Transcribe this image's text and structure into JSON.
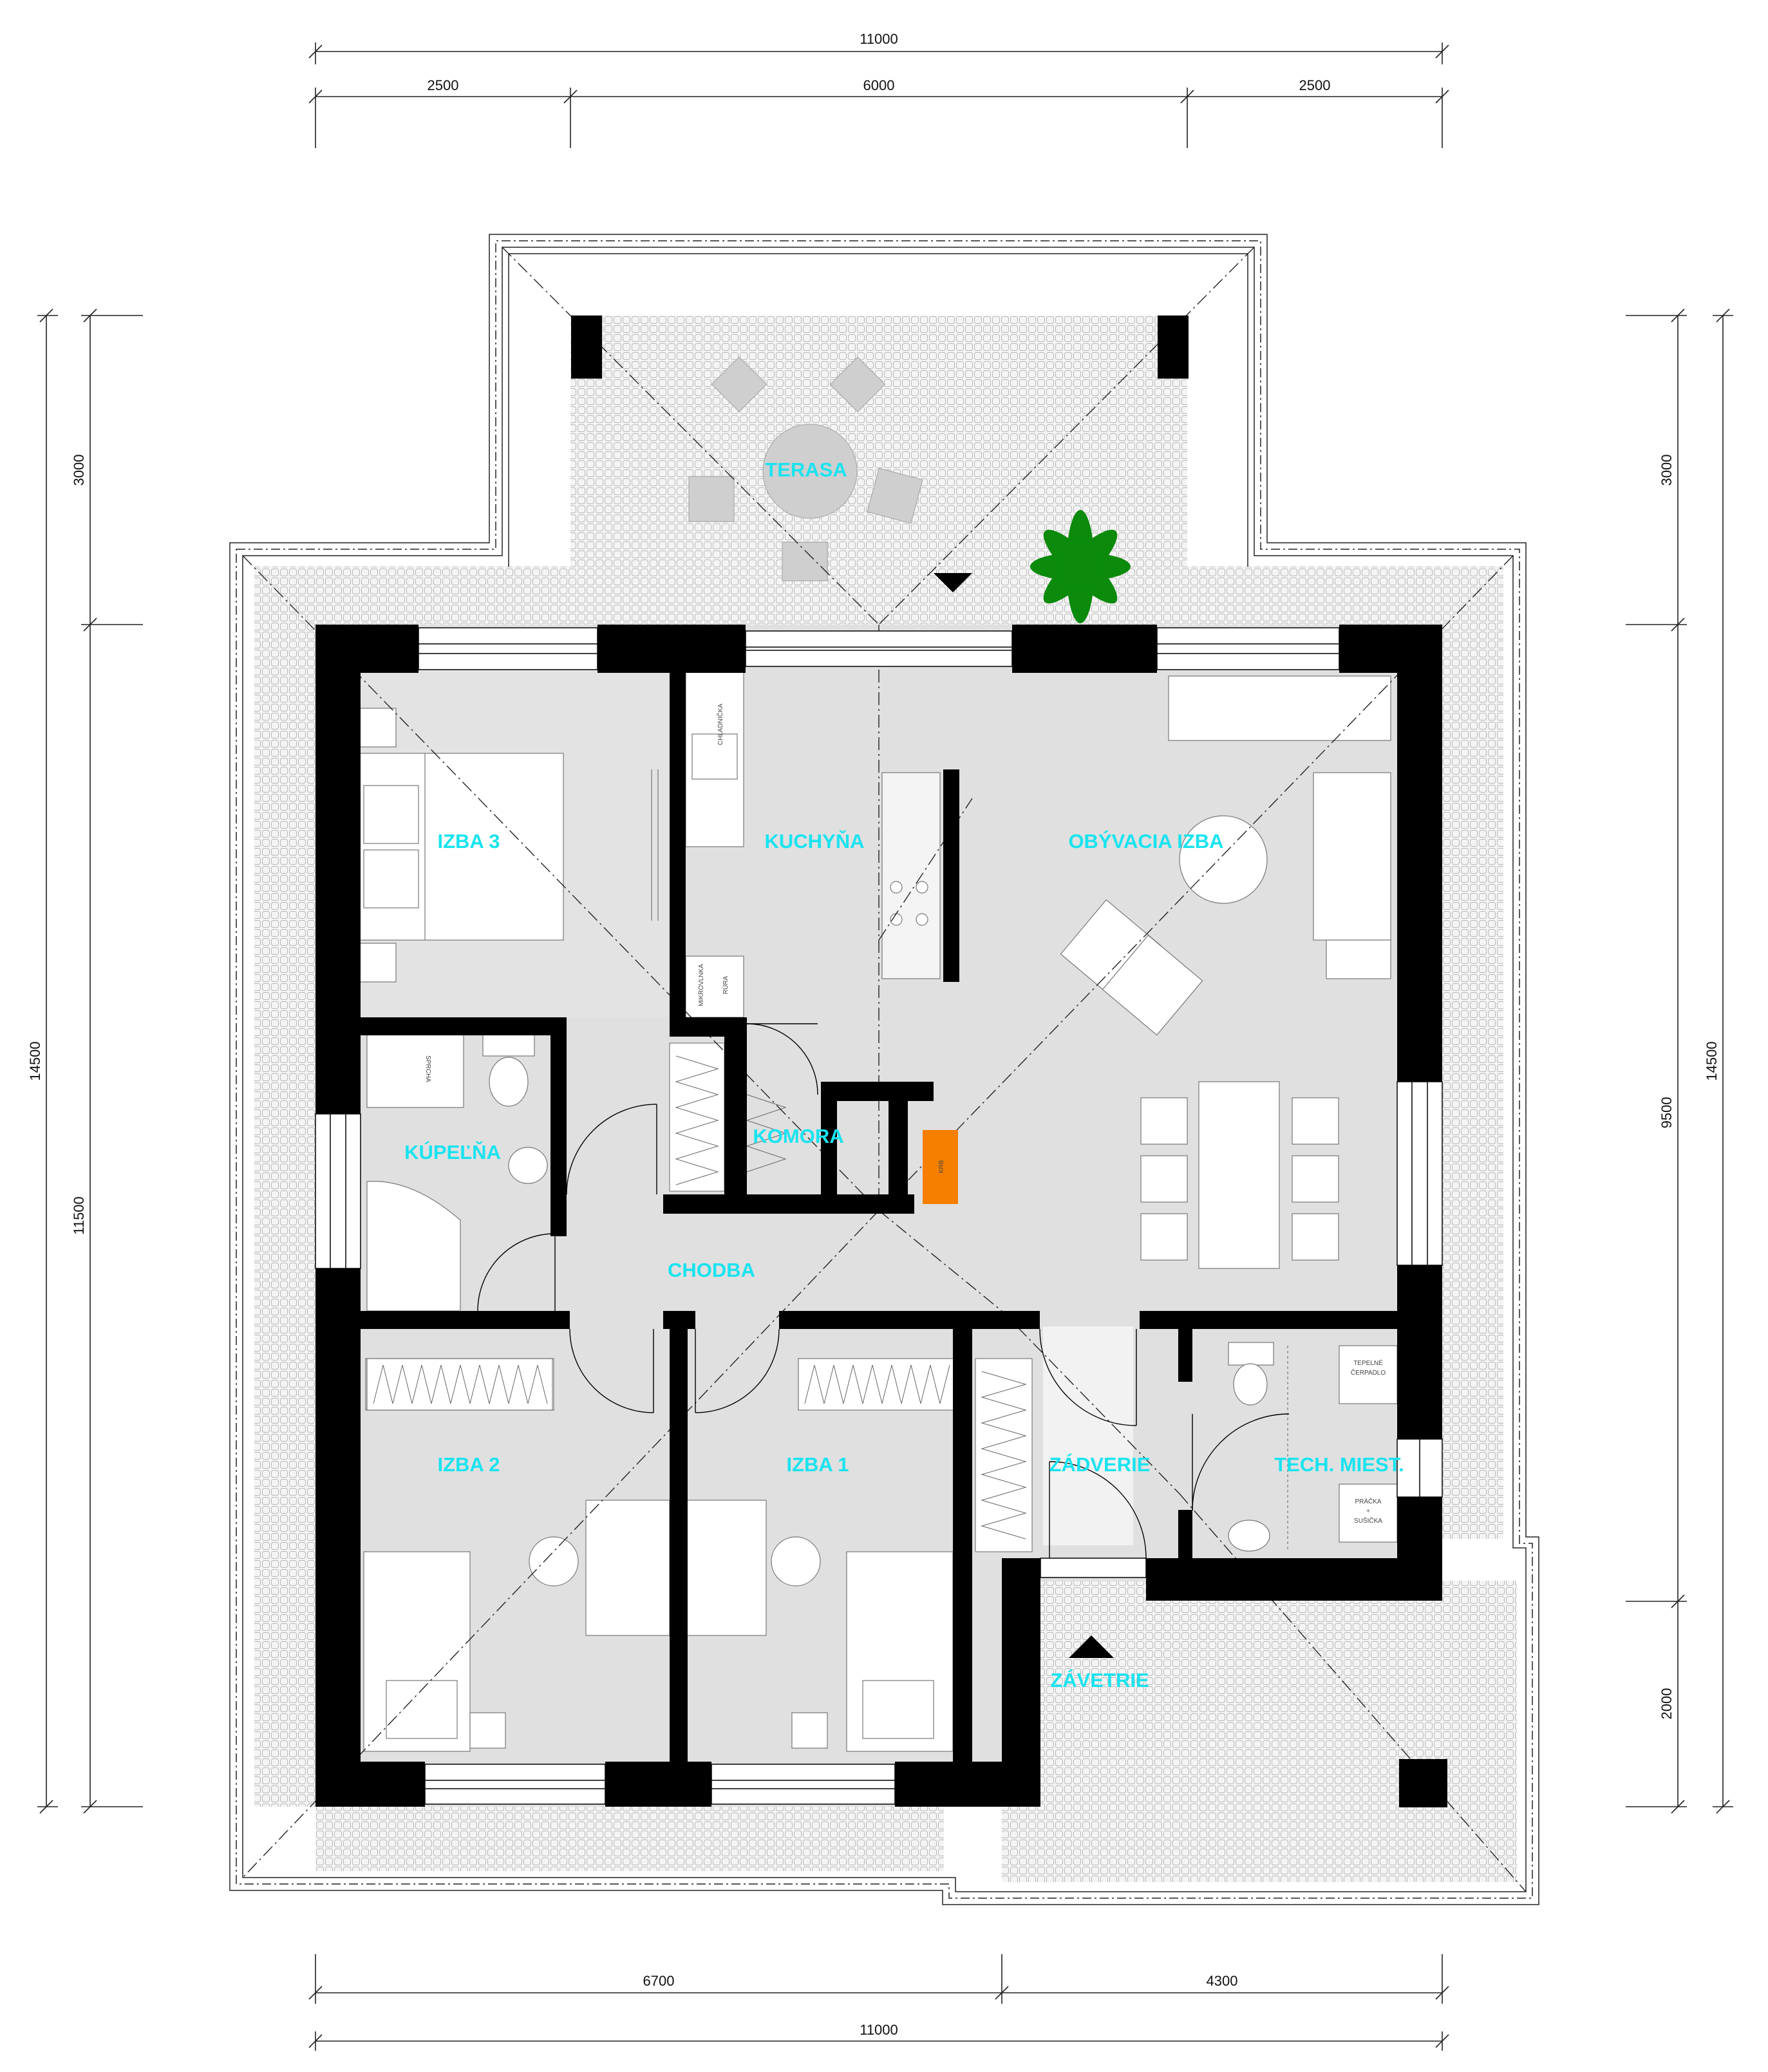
{
  "dimensions": {
    "top_total": "11000",
    "top_left": "2500",
    "top_mid": "6000",
    "top_right": "2500",
    "bottom_left": "6700",
    "bottom_right": "4300",
    "bottom_total": "11000",
    "left_top": "3000",
    "left_bottom": "11500",
    "left_total": "14500",
    "right_top": "3000",
    "right_mid": "9500",
    "right_bottom": "2000",
    "right_total": "14500"
  },
  "rooms": {
    "terasa": "TERASA",
    "izba3": "IZBA 3",
    "kuchyna": "KUCHYŇA",
    "obyvacia": "OBÝVACIA IZBA",
    "kupelna": "KÚPEĽŇA",
    "komora": "KOMORA",
    "chodba": "CHODBA",
    "izba2": "IZBA 2",
    "izba1": "IZBA 1",
    "zadverie": "ZÁDVERIE",
    "tech": "TECH. MIEST.",
    "zavetrie": "ZÁVETRIE"
  },
  "fixtures": {
    "chladnicka": "CHLADNIČKA",
    "mikrovlnka": "MIKROVLNKA",
    "rura": "RÚRA",
    "sprcha": "SPRCHA",
    "krb": "KRB",
    "tepelne": "TEPELNÉ",
    "cerpadlo": "ČERPADLO",
    "pracka": "PRÁČKA",
    "plus": "+",
    "susicka": "SUŠIČKA"
  },
  "colors": {
    "wall": "#000000",
    "floor": "#e0e0e0",
    "paving": "#ededed",
    "label": "#19e3f0",
    "fireplace": "#f77f00",
    "plant": "#0b8a0b"
  }
}
